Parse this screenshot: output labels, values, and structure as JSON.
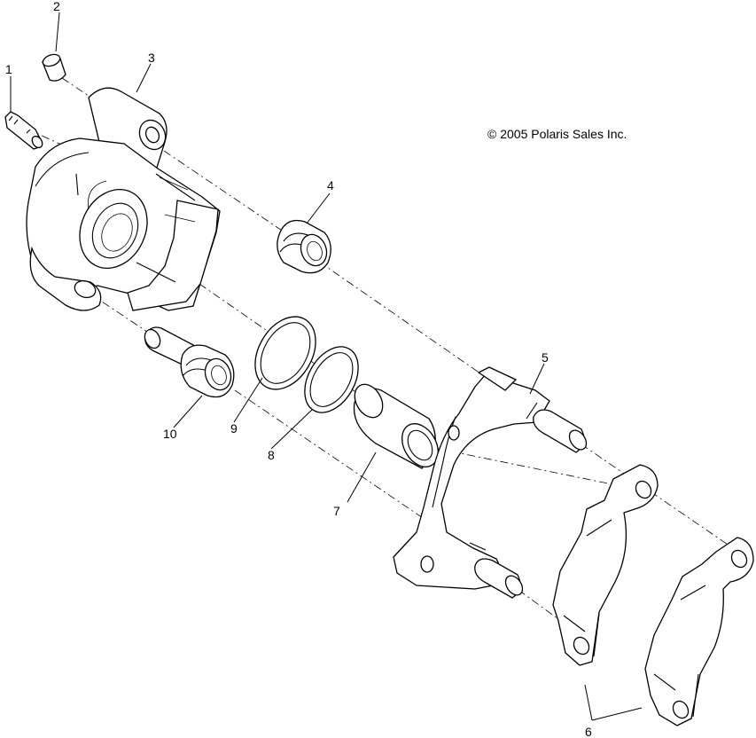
{
  "copyright": "© 2005 Polaris Sales Inc.",
  "callouts": [
    {
      "id": "callout-1",
      "text": "1"
    },
    {
      "id": "callout-2",
      "text": "2"
    },
    {
      "id": "callout-3",
      "text": "3"
    },
    {
      "id": "callout-4",
      "text": "4"
    },
    {
      "id": "callout-5",
      "text": "5"
    },
    {
      "id": "callout-6",
      "text": "6"
    },
    {
      "id": "callout-7",
      "text": "7"
    },
    {
      "id": "callout-8",
      "text": "8"
    },
    {
      "id": "callout-9",
      "text": "9"
    },
    {
      "id": "callout-10",
      "text": "10"
    }
  ],
  "colors": {
    "ink": "#000000",
    "paper": "#ffffff"
  }
}
